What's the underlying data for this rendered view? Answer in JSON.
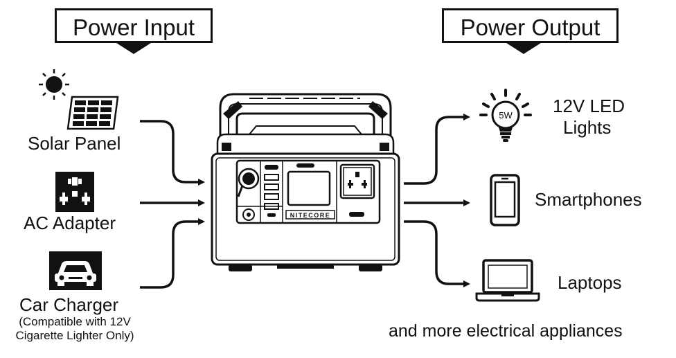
{
  "input": {
    "title": "Power Input",
    "items": [
      {
        "label": "Solar Panel",
        "icon": "solar-panel-icon"
      },
      {
        "label": "AC Adapter",
        "icon": "ac-socket-icon"
      },
      {
        "label": "Car Charger",
        "icon": "car-icon",
        "note_line1": "(Compatible with 12V",
        "note_line2": "Cigarette Lighter Only)"
      }
    ]
  },
  "output": {
    "title": "Power Output",
    "items": [
      {
        "label_line1": "12V LED",
        "label_line2": "Lights",
        "icon": "light-bulb-icon",
        "badge": "5W"
      },
      {
        "label": "Smartphones",
        "icon": "smartphone-icon"
      },
      {
        "label": "Laptops",
        "icon": "laptop-icon"
      }
    ],
    "footer": "and more electrical appliances"
  },
  "device": {
    "brand": "NITECORE",
    "icon": "power-station-icon"
  },
  "colors": {
    "ink": "#111111",
    "background": "#ffffff"
  }
}
